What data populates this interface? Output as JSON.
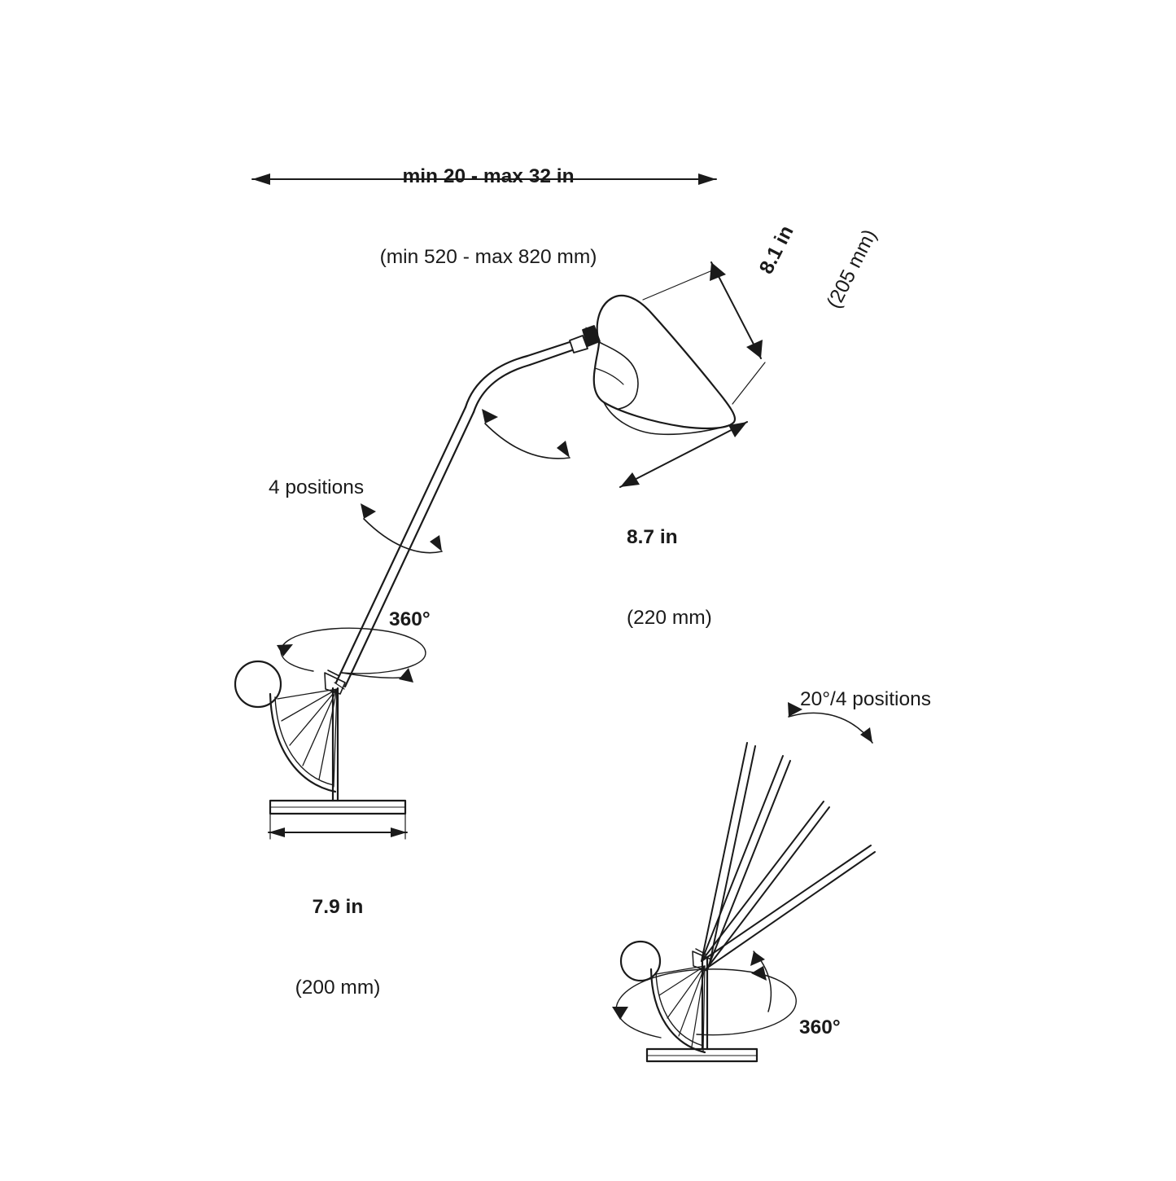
{
  "diagram": {
    "title": "Mantis table lamp dimension diagram",
    "background_color": "#ffffff",
    "line_color": "#1a1a1a",
    "labels": {
      "width_in": "min 20 - max 32 in",
      "width_mm": "(min 520 - max 820 mm)",
      "shade_diag_in": "8.1 in",
      "shade_diag_mm": "(205 mm)",
      "shade_width_in": "8.7 in",
      "shade_width_mm": "(220 mm)",
      "arm_positions": "4 positions",
      "rotation_left": "360°",
      "base_width_in": "7.9 in",
      "base_width_mm": "(200 mm)",
      "tilt_positions": "20°/4 positions",
      "rotation_right": "360°"
    }
  }
}
